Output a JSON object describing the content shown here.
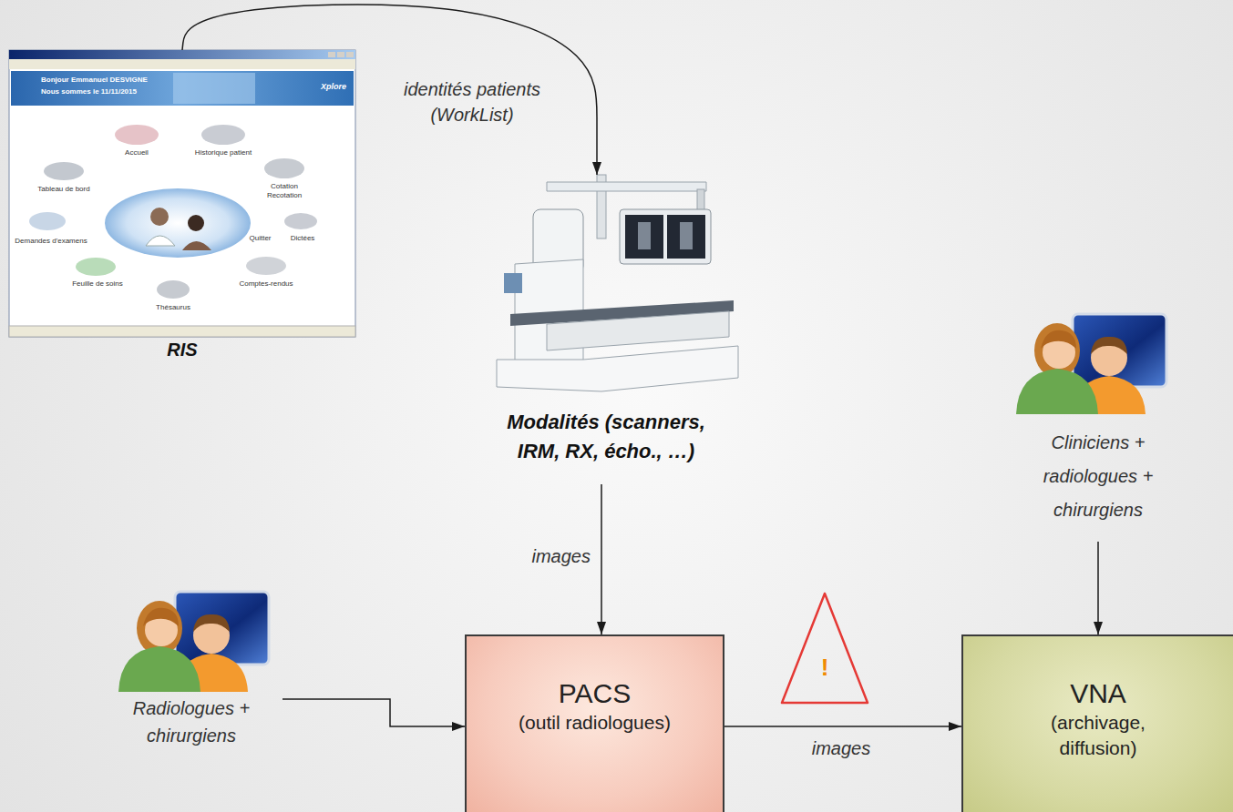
{
  "diagram": {
    "nodes": [
      {
        "text": [
          "RIS"
        ]
      },
      {
        "text": [
          "Modalités (scanners, IRM, RX, écho., …)"
        ]
      },
      {
        "text": [
          "Cliniciens + radiologues + chirurgiens"
        ]
      },
      {
        "text": [
          "Radiologues + chirurgiens"
        ]
      },
      {
        "text": [
          "PACS",
          "(outil radiologues)"
        ]
      },
      {
        "text": [
          "VNA",
          "(archivage, diffusion)"
        ]
      }
    ],
    "edges": [
      {
        "from": 0,
        "to": 1,
        "arrow": "to",
        "label": "identités patients (WorkList)"
      },
      {
        "from": 1,
        "to": 4,
        "arrow": "to",
        "label": "images"
      },
      {
        "from": 3,
        "to": 4,
        "arrow": "to"
      },
      {
        "from": 4,
        "to": 5,
        "arrow": "to",
        "label": "images"
      },
      {
        "from": 2,
        "to": 5,
        "arrow": "to"
      }
    ],
    "labels": [
      "!",
      "Bonjour Emmanuel DESVIGNE",
      "Nous sommes le 11/11/2015",
      "Xplore",
      "Accueil",
      "Historique patient",
      "Tableau de bord",
      "Cotation Recotation",
      "Demandes d'examens",
      "Quitter",
      "Dictées",
      "Feuille de soins",
      "Comptes-rendus",
      "Thésaurus"
    ]
  }
}
